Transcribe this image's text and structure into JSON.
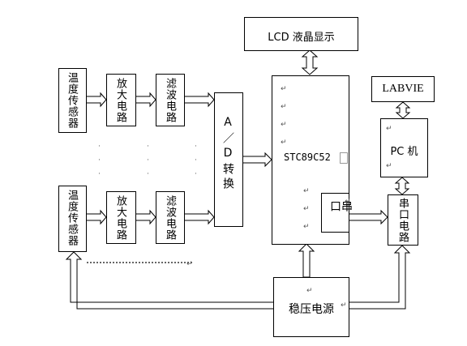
{
  "sensor": "温度传感器",
  "amplifier": "放大电路",
  "filter": "滤波电路",
  "adc": "A／D转换",
  "lcd": "LCD 液晶显示",
  "mcu": "STC89C52",
  "mcu_serial": "串口",
  "labview": "LABVIE",
  "pc": "PC 机",
  "serial_circuit": "串口电路",
  "power": "稳压电源",
  "ellipsis_mark": "·",
  "para_mark": "↵"
}
